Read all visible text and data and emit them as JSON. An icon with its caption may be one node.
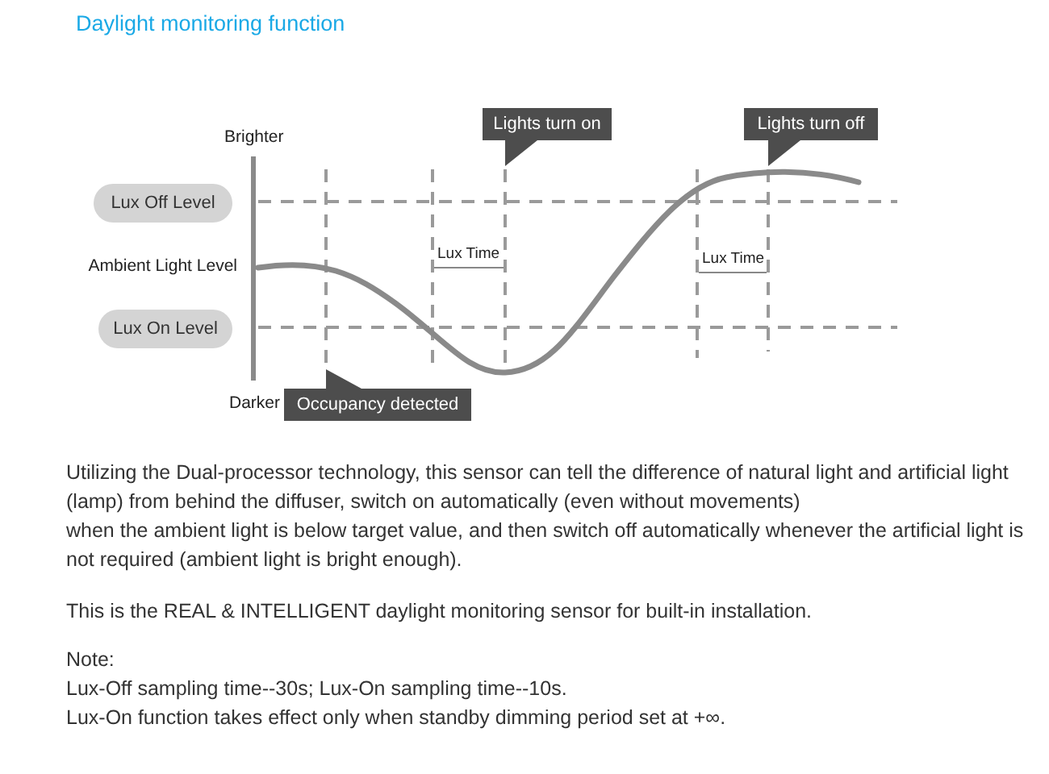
{
  "diagram": {
    "title": "Daylight monitoring function",
    "nodes": [
      {
        "text": [
          "Lights turn on"
        ]
      },
      {
        "text": [
          "Lights turn off"
        ]
      },
      {
        "text": [
          "Lux Off Level"
        ]
      },
      {
        "text": [
          "Lux On Level"
        ]
      },
      {
        "text": [
          "Occupancy detected"
        ]
      }
    ],
    "labels": [
      "Brighter",
      "Ambient Light Level",
      "Lux Time",
      "Lux Time",
      "Darker",
      "Utilizing the Dual-processor technology, this sensor can tell the difference of natural light and artificial light (lamp) from behind the diffuser, switch on automatically (even without movements)",
      "when the ambient light is below target value, and then switch off automatically whenever the artificial light is not required (ambient light is bright enough).",
      "This is the REAL & INTELLIGENT daylight monitoring sensor for built-in installation.",
      "Note:",
      "Lux-Off sampling time--30s; Lux-On sampling time--10s.",
      "Lux-On function takes effect only when standby dimming period set at +∞."
    ]
  }
}
